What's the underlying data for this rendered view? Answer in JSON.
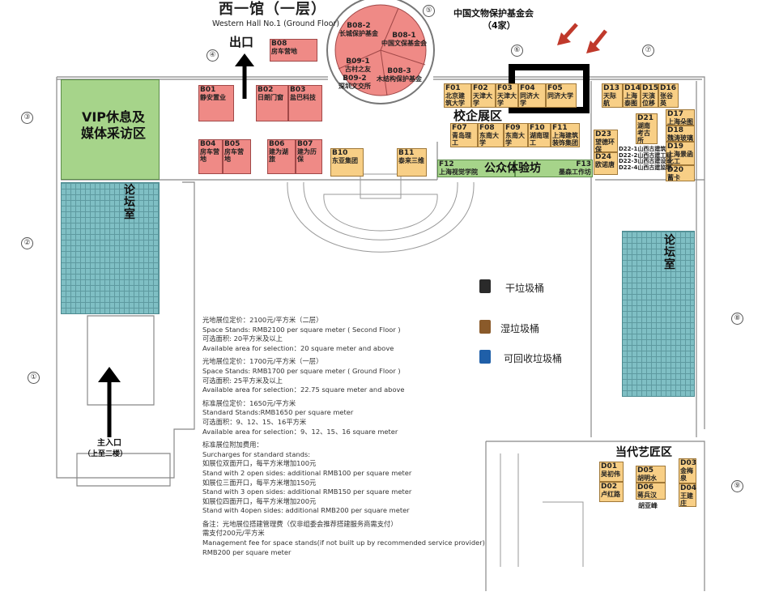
{
  "header": {
    "title": "西一馆（一层）",
    "subtitle": "Western Hall No.1 (Ground Floor)",
    "foundation": "中国文物保护基金会",
    "foundation_count": "（4家）"
  },
  "axis_markers": [
    "①",
    "②",
    "③",
    "④",
    "⑤",
    "⑥",
    "⑦",
    "⑧",
    "⑨"
  ],
  "exit_label": "出口",
  "entrance_label": "主入口",
  "entrance_sub": "（上至二楼）",
  "zones": {
    "vip": "VIP休息及媒体采访区",
    "forum_left": "论坛室",
    "forum_right": "论坛室",
    "school": "校企展区",
    "public": "公众体验坊",
    "art": "当代艺匠区"
  },
  "booths": [
    {
      "id": "B08",
      "name": "房车营地"
    },
    {
      "id": "B08-2",
      "name": "长城保护基金"
    },
    {
      "id": "B08-1",
      "name": "中国文保基金会"
    },
    {
      "id": "B09-1",
      "name": "古村之友"
    },
    {
      "id": "B09-2",
      "name": "深圳文交所"
    },
    {
      "id": "B08-3",
      "name": "木结构保护基金"
    },
    {
      "id": "B01",
      "name": "静安置业"
    },
    {
      "id": "B02",
      "name": "日朗门窗"
    },
    {
      "id": "B03",
      "name": "盐巴科技"
    },
    {
      "id": "B04",
      "name": "房车营地"
    },
    {
      "id": "B05",
      "name": "房车营地"
    },
    {
      "id": "B06",
      "name": "建为湖旅"
    },
    {
      "id": "B07",
      "name": "建为历保"
    },
    {
      "id": "B10",
      "name": "东亚集团"
    },
    {
      "id": "B11",
      "name": "泰来三维"
    },
    {
      "id": "F01",
      "name": "北京建筑大学"
    },
    {
      "id": "F02",
      "name": "天津大学"
    },
    {
      "id": "F03",
      "name": "天津大学"
    },
    {
      "id": "F04",
      "name": "同济大学"
    },
    {
      "id": "F05",
      "name": "同济大学"
    },
    {
      "id": "F07",
      "name": "青岛理工"
    },
    {
      "id": "F08",
      "name": "东南大学"
    },
    {
      "id": "F09",
      "name": "东南大学"
    },
    {
      "id": "F10",
      "name": "湖南理工"
    },
    {
      "id": "F11",
      "name": "上海建筑装饰集团"
    },
    {
      "id": "F12",
      "name": "上海视觉学院"
    },
    {
      "id": "F13",
      "name": "墨森工作坊"
    },
    {
      "id": "D13",
      "name": "天际航"
    },
    {
      "id": "D14",
      "name": "上海泰图"
    },
    {
      "id": "D15",
      "name": "天演位移"
    },
    {
      "id": "D16",
      "name": "张谷英"
    },
    {
      "id": "D17",
      "name": "上海朵图"
    },
    {
      "id": "D18",
      "name": "魏涛玻璃"
    },
    {
      "id": "D19",
      "name": "上海景函化工"
    },
    {
      "id": "D20",
      "name": "蓄卡"
    },
    {
      "id": "D21",
      "name": "湖南考古所"
    },
    {
      "id": "D23",
      "name": "望德环保"
    },
    {
      "id": "D24",
      "name": "欧诺唐"
    },
    {
      "id": "D01",
      "name": "吴初伟"
    },
    {
      "id": "D02",
      "name": "卢红路"
    },
    {
      "id": "D05",
      "name": "胡明水"
    },
    {
      "id": "D06",
      "name": "蒋兵汉"
    },
    {
      "id": "D03",
      "name": "金梅泉"
    },
    {
      "id": "D04",
      "name": "王建庄"
    }
  ],
  "d22": [
    "D22-1山西古建筑",
    "D22-2山西古建工程",
    "D22-3山西古建设计",
    "D22-4山西古建监理"
  ],
  "d06_extra": "胡亚峰",
  "legend": [
    {
      "label": "干垃圾桶",
      "color": "#2a2a2a",
      "icon": "dry-trash-bin-icon"
    },
    {
      "label": "湿垃圾桶",
      "color": "#8a5a2a",
      "icon": "wet-trash-bin-icon"
    },
    {
      "label": "可回收垃圾桶",
      "color": "#1f5fa8",
      "icon": "recycle-bin-icon"
    }
  ],
  "notes": [
    [
      "光地展位定价：2100元/平方米（二层）",
      "Space Stands: RMB2100 per square meter ( Second Floor )",
      "可选面积: 20平方米及以上",
      "Available area for selection：20 square meter and above"
    ],
    [
      "光地展位定价：1700元/平方米（一层）",
      "Space Stands: RMB1700 per square meter ( Ground Floor )",
      "可选面积: 25平方米及以上",
      "Available area for selection：22.75 square meter and above"
    ],
    [
      "标准展位定价：1650元/平方米",
      "Standard Stands:RMB1650 per square meter",
      "可选面积：9、12、15、16平方米",
      "Available area for selection：9、12、15、16 square meter"
    ],
    [
      "标准展位附加费用：",
      "Surcharges for standard stands:",
      "如展位双面开口，每平方米增加100元",
      "Stand with 2 open sides: additional RMB100 per square meter",
      "如展位三面开口，每平方米增加150元",
      "Stand with 3 open sides: additional RMB150 per square meter",
      "如展位四面开口，每平方米增加200元",
      "Stand with 4open sides: additional RMB200 per square meter"
    ],
    [
      "备注：光地展位搭建管理费（仅非组委会推荐搭建服务商需支付）",
      "需支付200元/平方米",
      "Management fee for space stands(if not built up by recommended service provider)",
      "RMB200 per square meter"
    ]
  ],
  "colors": {
    "space": "#ef8a86",
    "standard": "#f8cf86",
    "public": "#a6d48a",
    "forum": "#7fbfc4",
    "highlight": "#000000",
    "pointer": "#c0392b"
  }
}
